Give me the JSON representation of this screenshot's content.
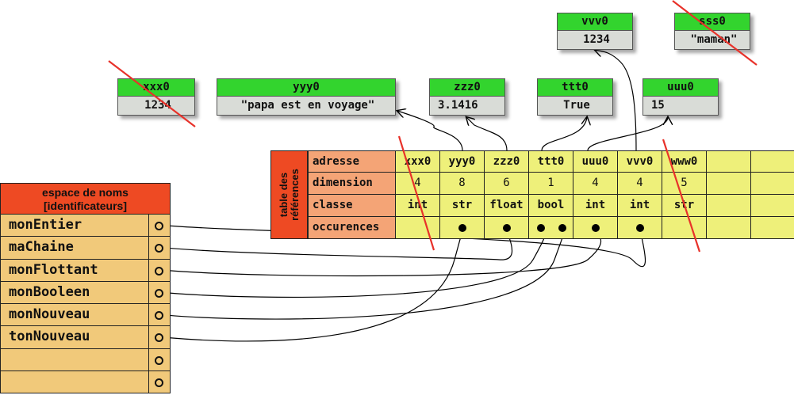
{
  "objects": [
    {
      "id": "xxx0",
      "name": "xxx0",
      "value": "1234",
      "crossed": true
    },
    {
      "id": "yyy0",
      "name": "yyy0",
      "value": "\"papa est en voyage\"",
      "crossed": false
    },
    {
      "id": "zzz0",
      "name": "zzz0",
      "value": "3.1416",
      "crossed": false
    },
    {
      "id": "ttt0",
      "name": "ttt0",
      "value": "True",
      "crossed": false
    },
    {
      "id": "uuu0",
      "name": "uuu0",
      "value": "15",
      "crossed": false
    },
    {
      "id": "vvv0",
      "name": "vvv0",
      "value": "1234",
      "crossed": false
    },
    {
      "id": "sss0",
      "name": "sss0",
      "value": "\"maman\"",
      "crossed": true
    }
  ],
  "ref_table": {
    "side_label": "table des\nréférences",
    "row_labels": [
      "adresse",
      "dimension",
      "classe",
      "occurences"
    ],
    "columns": [
      {
        "adresse": "xxx0",
        "dimension": "4",
        "classe": "int"
      },
      {
        "adresse": "yyy0",
        "dimension": "8",
        "classe": "str"
      },
      {
        "adresse": "zzz0",
        "dimension": "6",
        "classe": "float"
      },
      {
        "adresse": "ttt0",
        "dimension": "1",
        "classe": "bool"
      },
      {
        "adresse": "uuu0",
        "dimension": "4",
        "classe": "int"
      },
      {
        "adresse": "vvv0",
        "dimension": "4",
        "classe": "int"
      },
      {
        "adresse": "www0",
        "dimension": "5",
        "classe": "str"
      },
      {
        "adresse": "",
        "dimension": "",
        "classe": ""
      },
      {
        "adresse": "",
        "dimension": "",
        "classe": ""
      }
    ],
    "crossed_columns": [
      "xxx0",
      "www0"
    ]
  },
  "namespace": {
    "title": "espace de noms\n[identificateurs]",
    "identifiers": [
      "monEntier",
      "maChaine",
      "monFlottant",
      "monBooleen",
      "monNouveau",
      "tonNouveau",
      "",
      ""
    ]
  },
  "links": [
    {
      "from": "monEntier",
      "to": "vvv0"
    },
    {
      "from": "maChaine",
      "to": "zzz0"
    },
    {
      "from": "monFlottant",
      "to": "uuu0"
    },
    {
      "from": "monBooleen",
      "to": "ttt0"
    },
    {
      "from": "monNouveau",
      "to": "ttt0"
    },
    {
      "from": "tonNouveau",
      "to": "yyy0"
    }
  ],
  "colors": {
    "object_header": "#33d42e",
    "object_value": "#d9dcd7",
    "table_cells": "#eef07a",
    "row_labels": "#f4a476",
    "red_headers": "#ee4a23",
    "namespace_rows": "#f1c97a",
    "cross_out": "#e8322a"
  }
}
